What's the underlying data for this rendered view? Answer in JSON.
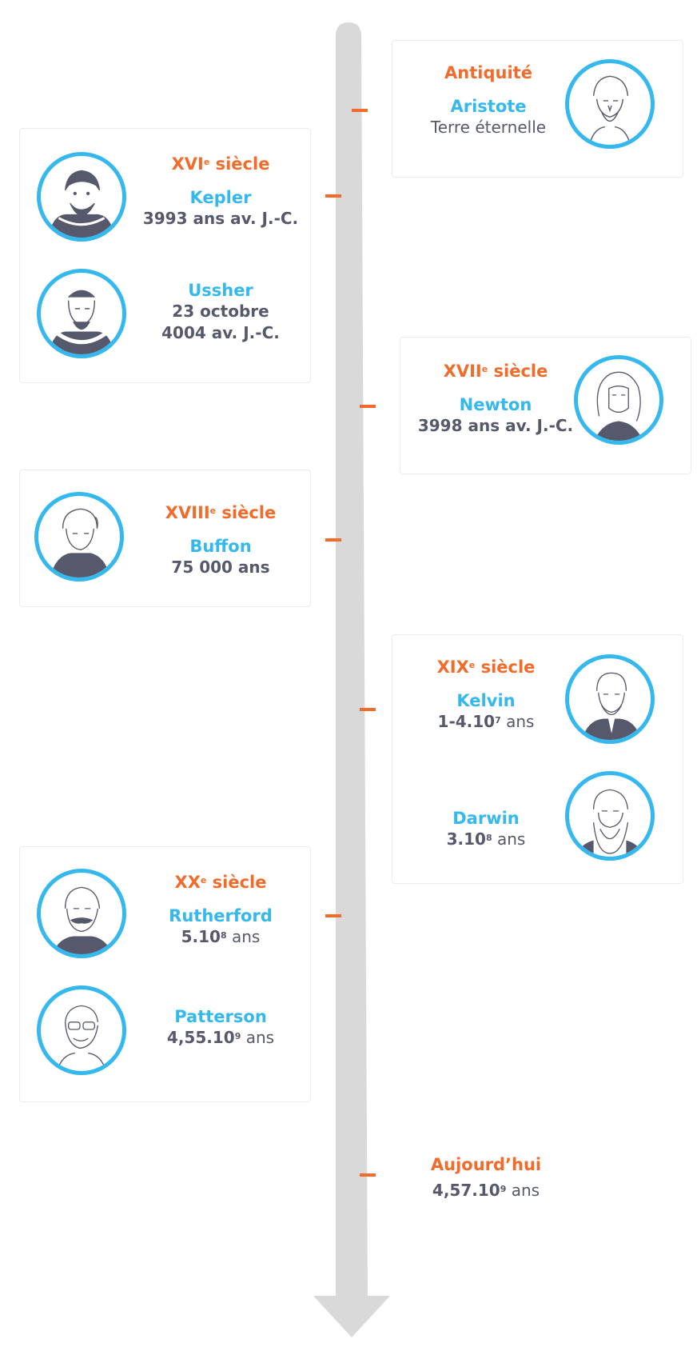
{
  "timeline": [
    {
      "era": "Antiquité",
      "people": [
        {
          "name": "Aristote",
          "value": "Terre éternelle"
        }
      ]
    },
    {
      "era": "XVI",
      "era_sup": "e",
      "era_suffix": " siècle",
      "people": [
        {
          "name": "Kepler",
          "value": "3993 ans av. J.-C."
        },
        {
          "name": "Ussher",
          "value_line1": "23 octobre",
          "value_line2": "4004 av. J.-C."
        }
      ]
    },
    {
      "era": "XVII",
      "era_sup": "e",
      "era_suffix": " siècle",
      "people": [
        {
          "name": "Newton",
          "value": "3998 ans av. J.-C."
        }
      ]
    },
    {
      "era": "XVIII",
      "era_sup": "e",
      "era_suffix": " siècle",
      "people": [
        {
          "name": "Buffon",
          "value": "75 000 ans"
        }
      ]
    },
    {
      "era": "XIX",
      "era_sup": "e",
      "era_suffix": " siècle",
      "people": [
        {
          "name": "Kelvin",
          "value_base": "1-4.10",
          "value_exp": "7",
          "value_unit": " ans"
        },
        {
          "name": "Darwin",
          "value_base": "3.10",
          "value_exp": "8",
          "value_unit": " ans"
        }
      ]
    },
    {
      "era": "XX",
      "era_sup": "e",
      "era_suffix": " siècle",
      "people": [
        {
          "name": "Rutherford",
          "value_base": "5.10",
          "value_exp": "8",
          "value_unit": " ans"
        },
        {
          "name": "Patterson",
          "value_base": "4,55.10",
          "value_exp": "9",
          "value_unit": " ans"
        }
      ]
    },
    {
      "era": "Aujourd’hui",
      "people": [
        {
          "value_base": "4,57.10",
          "value_exp": "9",
          "value_unit": " ans"
        }
      ]
    }
  ],
  "colors": {
    "era": "#f26b2b",
    "name": "#35b8ee",
    "value": "#56596b",
    "axis": "#d9d9d9",
    "tick": "#f26b2b",
    "ring": "#35b8ee"
  },
  "icons": [
    "aristote-portrait",
    "kepler-portrait",
    "ussher-portrait",
    "newton-portrait",
    "buffon-portrait",
    "kelvin-portrait",
    "darwin-portrait",
    "rutherford-portrait",
    "patterson-portrait",
    "timeline-arrow"
  ]
}
